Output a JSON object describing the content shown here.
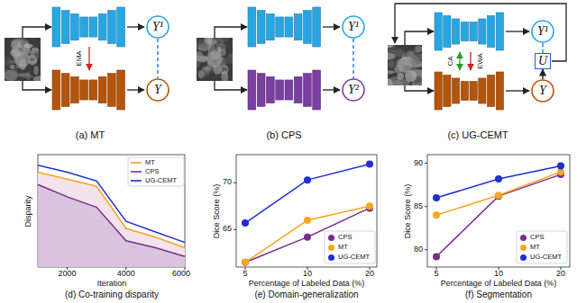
{
  "diagram": {
    "nodes": [
      {
        "text": [
          "Y¹"
        ]
      },
      {
        "text": [
          "Y"
        ]
      },
      {
        "text": [
          "Y¹"
        ]
      },
      {
        "text": [
          "Y²"
        ]
      },
      {
        "text": [
          "Y¹"
        ]
      },
      {
        "text": [
          "U"
        ]
      },
      {
        "text": [
          "Y"
        ]
      }
    ],
    "edges": [
      {
        "from": 0,
        "to": 1,
        "arrow": "none"
      },
      {
        "from": 2,
        "to": 3,
        "arrow": "none"
      },
      {
        "from": 4,
        "to": 5,
        "arrow": "none"
      },
      {
        "from": 6,
        "to": 5,
        "arrow": "to"
      }
    ],
    "labels": [
      "EMA",
      "CA",
      "EWA",
      "(a) MT",
      "(b) CPS",
      "(c) UG-CEMT",
      "Disparity",
      "2000",
      "4000",
      "6000",
      "Iteration",
      "(d) Co-training disparity",
      "Dice Score (%)",
      "65",
      "70",
      "5",
      "10",
      "20",
      "Percentage of Labeled Data (%)",
      "(e) Domain-generalization",
      "Dice Score (%)",
      "80",
      "85",
      "90",
      "5",
      "10",
      "20",
      "Percentage of Labeled Data (%)",
      "(f) Segmentation"
    ],
    "legend": [
      {
        "text": "MT"
      },
      {
        "text": "CPS"
      },
      {
        "text": "UG-CEMT"
      },
      {
        "text": "CPS",
        "color": "#7b2d8e"
      },
      {
        "text": "MT",
        "color": "#f5a623"
      },
      {
        "text": "UG-CEMT",
        "color": "#1f2fd0"
      },
      {
        "text": "CPS",
        "color": "#7b2d8e"
      },
      {
        "text": "MT",
        "color": "#f5a623"
      },
      {
        "text": "UG-CEMT",
        "color": "#1f2fd0"
      }
    ]
  }
}
